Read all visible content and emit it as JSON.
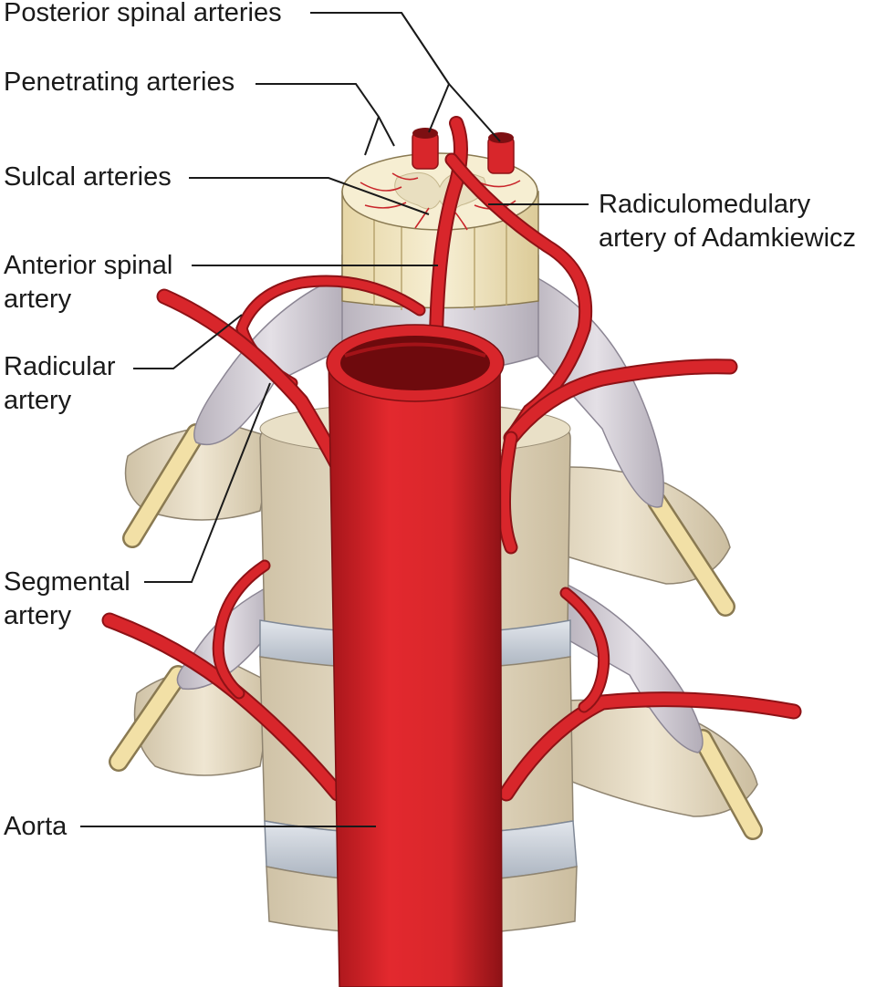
{
  "labels": {
    "posterior_spinal_arteries": "Posterior spinal arteries",
    "penetrating_arteries": "Penetrating arteries",
    "sulcal_arteries": "Sulcal arteries",
    "anterior_spinal_artery": [
      "Anterior spinal",
      "artery"
    ],
    "radicular_artery": [
      "Radicular",
      "artery"
    ],
    "segmental_artery": [
      "Segmental",
      "artery"
    ],
    "aorta": "Aorta",
    "radiculomedullary_artery": [
      "Radiculomedulary",
      "artery of Adamkiewicz"
    ]
  },
  "colors": {
    "artery": "#d8262b",
    "artery_dark": "#9e1418",
    "cord": "#f2e6bf",
    "bone": "#e7dcc3",
    "disc": "#c5ccd6",
    "dura": "#cfcad2",
    "leader_line": "#1a1a1a"
  }
}
